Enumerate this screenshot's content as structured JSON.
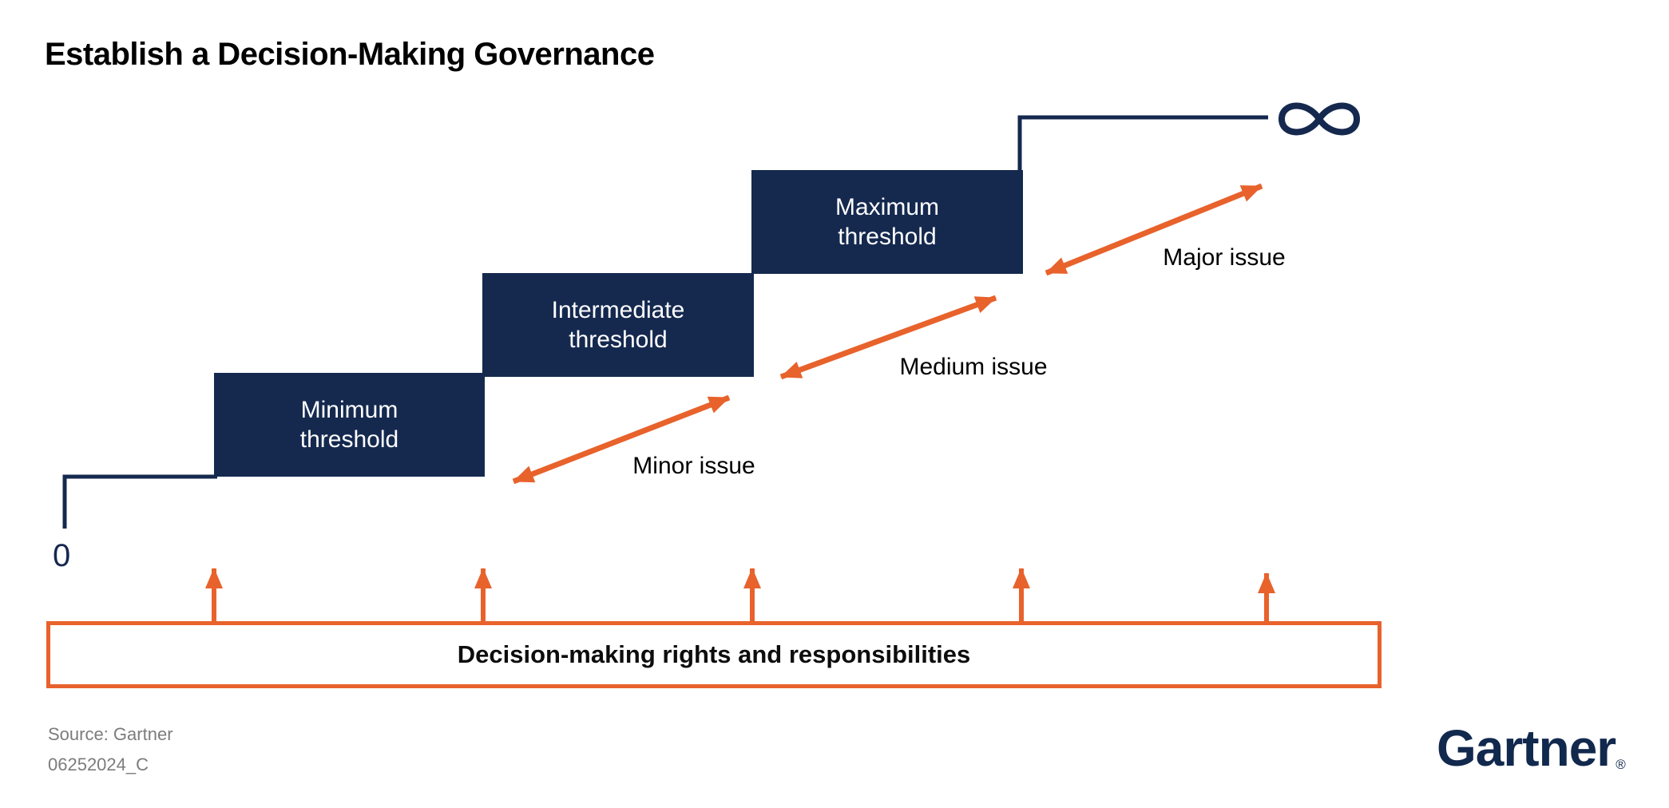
{
  "slide": {
    "title": "Establish a Decision-Making Governance"
  },
  "colors": {
    "navy": "#15294F",
    "orange": "#E8622C",
    "source_gray": "#7C7C7C",
    "text_black": "#000000",
    "background": "#FFFFFF"
  },
  "diagram": {
    "origin_label": "0",
    "infinity_icon": "infinity",
    "steps": [
      {
        "line1": "Minimum",
        "line2": "threshold"
      },
      {
        "line1": "Intermediate",
        "line2": "threshold"
      },
      {
        "line1": "Maximum",
        "line2": "threshold"
      }
    ],
    "issues": [
      {
        "label": "Minor issue"
      },
      {
        "label": "Medium issue"
      },
      {
        "label": "Major issue"
      }
    ],
    "bottom_bar_label": "Decision-making rights and responsibilities"
  },
  "footer": {
    "source_line1": "Source: Gartner",
    "source_line2": "06252024_C",
    "logo_text": "Gartner",
    "logo_registered": "®"
  }
}
